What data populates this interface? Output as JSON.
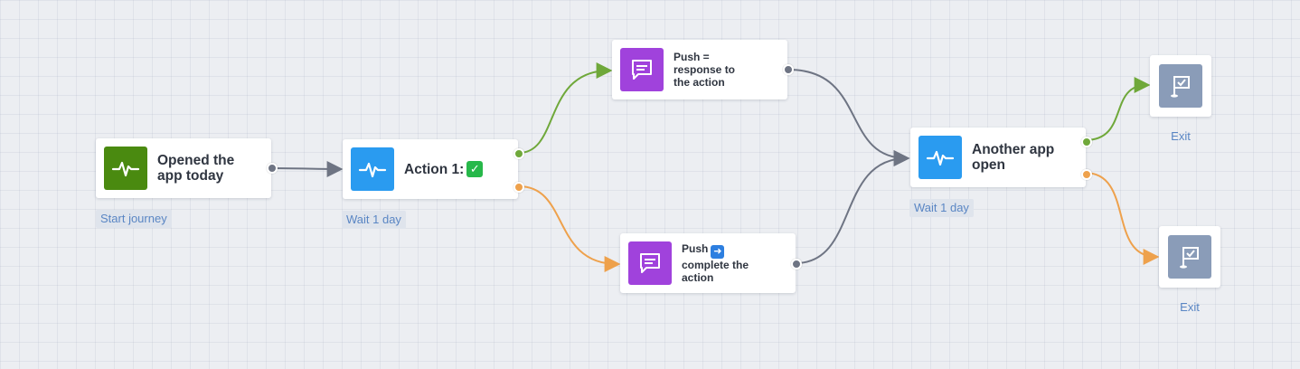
{
  "colors": {
    "canvas": "#eceef2",
    "edge_gray": "#6e7483",
    "edge_green": "#6fa83a",
    "edge_orange": "#eea14c",
    "icon_green": "#4a8a10",
    "icon_blue": "#2a9bf0",
    "icon_purple": "#a042dc",
    "icon_exit": "#8a9cb8",
    "chip_text": "#5a86c4"
  },
  "nodes": {
    "start": {
      "label_line1": "Opened the",
      "label_line2": "app today",
      "caption": "Start journey",
      "icon": "activity-pulse-icon"
    },
    "action1": {
      "label": "Action 1:",
      "emoji": "✅",
      "caption": "Wait 1 day",
      "icon": "activity-pulse-icon"
    },
    "push_response": {
      "label_line1": "Push =",
      "label_line2": "response to",
      "label_line3": "the action",
      "icon": "chat-message-icon"
    },
    "push_complete": {
      "label_line1": "Push",
      "emoji": "➡️",
      "label_line2": "complete the",
      "label_line3": "action",
      "icon": "chat-message-icon"
    },
    "another_open": {
      "label_line1": "Another app",
      "label_line2": "open",
      "caption": "Wait 1 day",
      "icon": "activity-pulse-icon"
    },
    "exit_top": {
      "caption": "Exit",
      "icon": "finish-flag-icon"
    },
    "exit_bottom": {
      "caption": "Exit",
      "icon": "finish-flag-icon"
    }
  }
}
